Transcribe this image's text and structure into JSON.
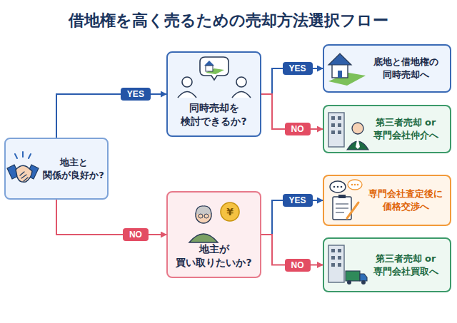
{
  "diagram": {
    "title": "借地権を高く売るための売却方法選択フロー",
    "nodes": [
      {
        "text": [
          "地主と 関係が良好か?"
        ]
      },
      {
        "text": [
          "同時売却を 検討できるか?"
        ]
      },
      {
        "text": [
          "底地と借地権の 同時売却へ"
        ]
      },
      {
        "text": [
          "第三者売却 or 専門会社仲介へ"
        ]
      },
      {
        "text": [
          "地主が 買い取りたいか?"
        ]
      },
      {
        "text": [
          "専門会社査定後に 価格交渉へ"
        ]
      },
      {
        "text": [
          "第三者売却 or 専門会社買取へ"
        ]
      }
    ],
    "edges": [
      {
        "from": 0,
        "to": 1,
        "label": "YES",
        "arrow": "to"
      },
      {
        "from": 0,
        "to": 4,
        "label": "NO",
        "arrow": "to"
      },
      {
        "from": 1,
        "to": 2,
        "label": "YES",
        "arrow": "to"
      },
      {
        "from": 1,
        "to": 3,
        "label": "NO",
        "arrow": "to"
      },
      {
        "from": 4,
        "to": 5,
        "label": "YES",
        "arrow": "to"
      },
      {
        "from": 4,
        "to": 6,
        "label": "NO",
        "arrow": "to"
      }
    ],
    "labels": [
      "¥"
    ]
  }
}
